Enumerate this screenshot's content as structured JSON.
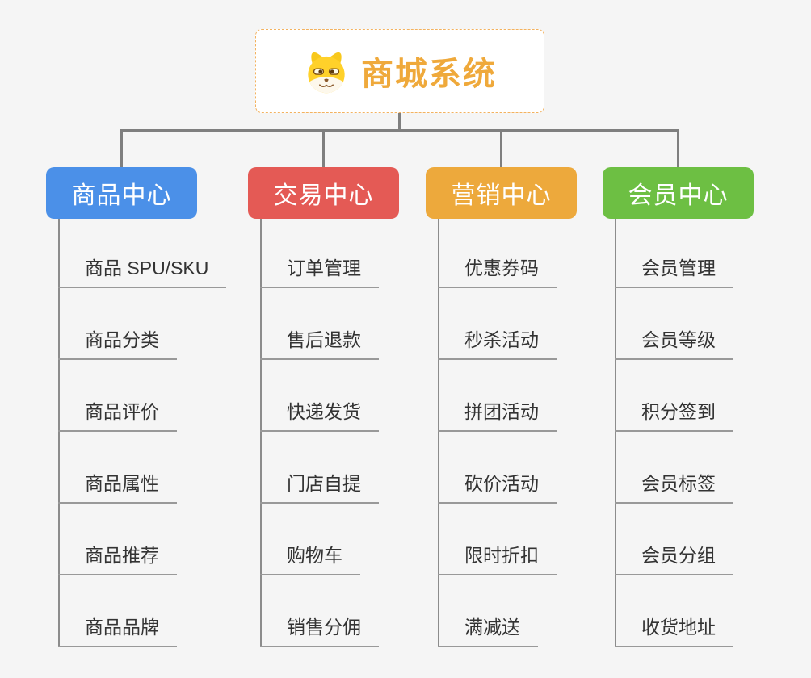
{
  "page": {
    "background_color": "#f5f5f5",
    "connector_color": "#7f7f7f",
    "underline_color": "#999999",
    "leaf_text_color": "#333333"
  },
  "root": {
    "title": "商城系统",
    "icon": "dog-face-icon",
    "title_color": "#efa93b",
    "border_color": "#f3b25f"
  },
  "branches": [
    {
      "label": "商品中心",
      "color": "#4b90e8",
      "children": [
        {
          "label": "商品 SPU/SKU"
        },
        {
          "label": "商品分类"
        },
        {
          "label": "商品评价"
        },
        {
          "label": "商品属性"
        },
        {
          "label": "商品推荐"
        },
        {
          "label": "商品品牌"
        }
      ]
    },
    {
      "label": "交易中心",
      "color": "#e45a55",
      "children": [
        {
          "label": "订单管理"
        },
        {
          "label": "售后退款"
        },
        {
          "label": "快递发货"
        },
        {
          "label": "门店自提"
        },
        {
          "label": "购物车"
        },
        {
          "label": "销售分佣"
        }
      ]
    },
    {
      "label": "营销中心",
      "color": "#eda93c",
      "children": [
        {
          "label": "优惠券码"
        },
        {
          "label": "秒杀活动"
        },
        {
          "label": "拼团活动"
        },
        {
          "label": "砍价活动"
        },
        {
          "label": "限时折扣"
        },
        {
          "label": "满减送"
        }
      ]
    },
    {
      "label": "会员中心",
      "color": "#6dbf43",
      "children": [
        {
          "label": "会员管理"
        },
        {
          "label": "会员等级"
        },
        {
          "label": "积分签到"
        },
        {
          "label": "会员标签"
        },
        {
          "label": "会员分组"
        },
        {
          "label": "收货地址"
        }
      ]
    }
  ]
}
